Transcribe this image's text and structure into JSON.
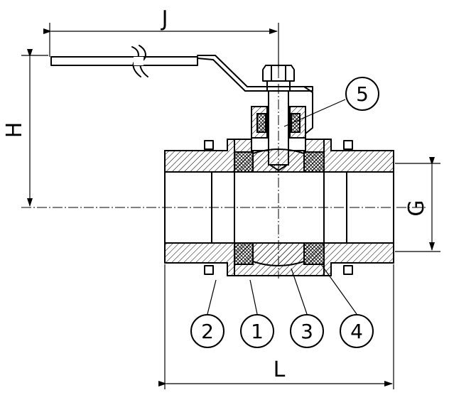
{
  "dimensions": {
    "J": "J",
    "H": "H",
    "G": "G",
    "L": "L"
  },
  "balloons": [
    "1",
    "2",
    "3",
    "4",
    "5"
  ]
}
